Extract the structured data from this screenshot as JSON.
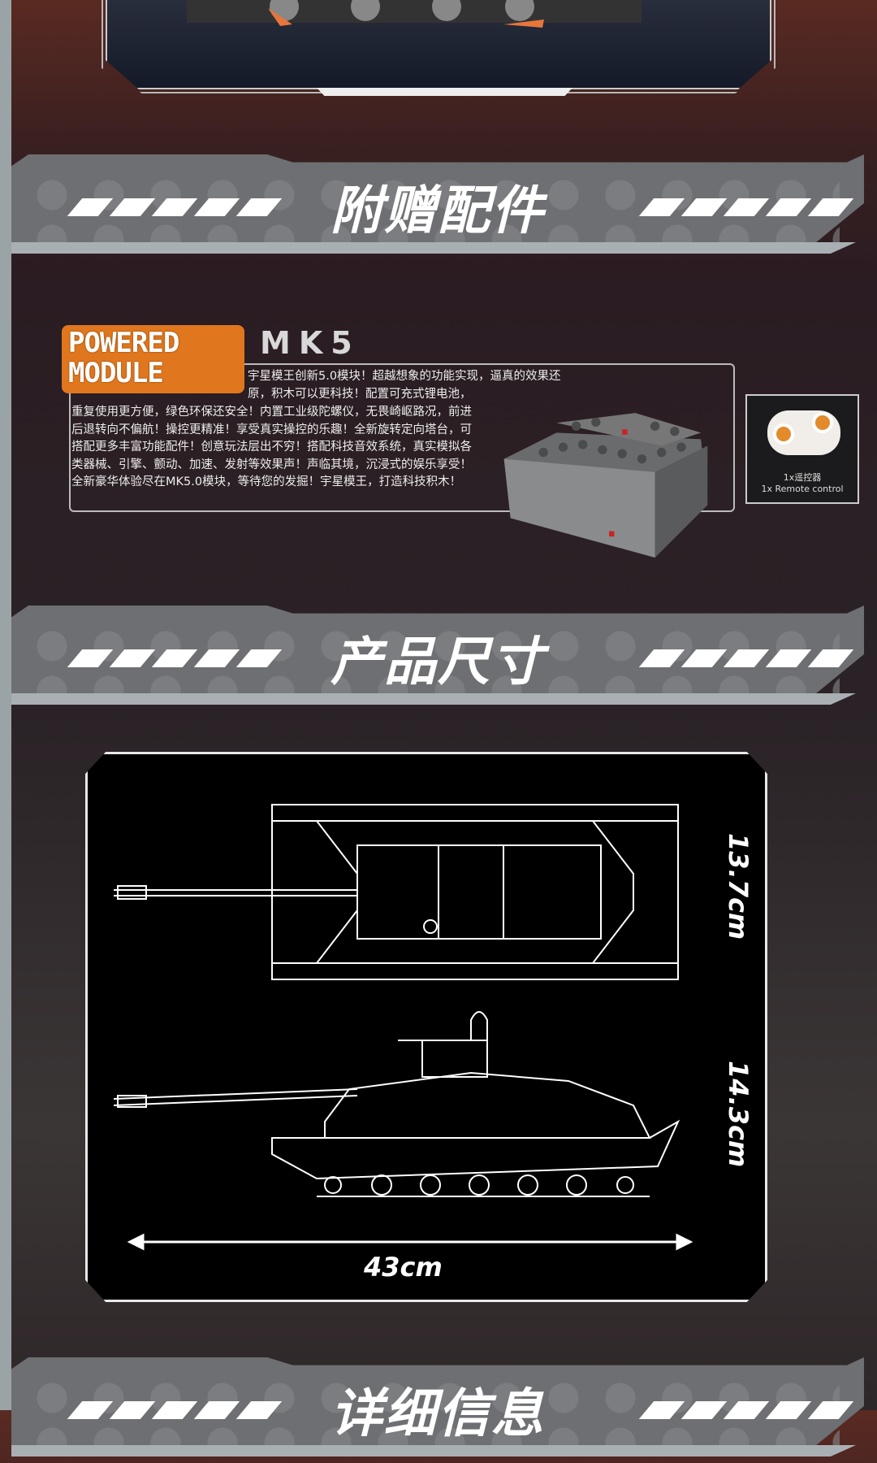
{
  "sections": {
    "accessories": {
      "title": "附赠配件"
    },
    "dimensions": {
      "title": "产品尺寸"
    },
    "details": {
      "title": "详细信息"
    }
  },
  "powered_module": {
    "logo_line1": "POWERED",
    "logo_line2": "MODULE",
    "model": "MK5",
    "description_1": "宇星模王创新5.0模块！超越想象的功能实现，逼真的效果还原，积木可以更科技！配置可充式锂电池，",
    "description_2": "重复使用更方便，绿色环保还安全！内置工业级陀螺仪，无畏崎岖路况，前进后退转向不偏航！操控更精准！享受真实操控的乐趣！全新旋转定向塔台，可搭配更多丰富功能配件！创意玩法层出不穷！搭配科技音效系统，真实模拟各类器械、引擎、颤动、加速、发射等效果声！声临其境，沉浸式的娱乐享受！全新豪华体验尽在MK5.0模块，等待您的发掘！宇星模王，打造科技积木！"
  },
  "remote": {
    "label_cn": "1x遥控器",
    "label_en": "1x Remote control"
  },
  "dimensions": {
    "width": "13.7cm",
    "height": "14.3cm",
    "length": "43cm"
  },
  "colors": {
    "accent": "#e0771f",
    "band": "#6d6f72",
    "panel": "#000000"
  }
}
